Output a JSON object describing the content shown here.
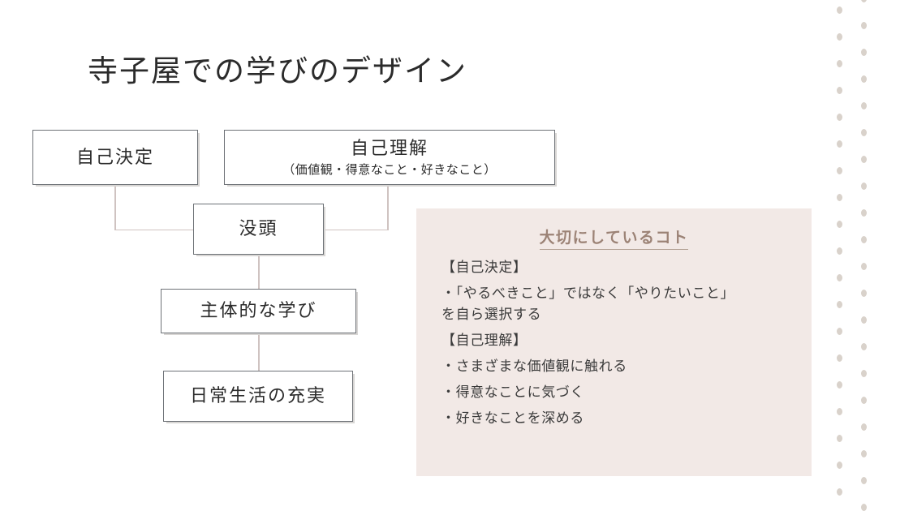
{
  "slide": {
    "title": "寺子屋での学びのデザイン",
    "background_color": "#ffffff"
  },
  "diagram": {
    "box_border_color": "#6e7277",
    "connector_color": "#cfc3c1",
    "boxes": [
      {
        "id": "jikoketsutei",
        "label": "自己決定",
        "sub": ""
      },
      {
        "id": "jikorikai",
        "label": "自己理解",
        "sub": "（価値観・得意なこと・好きなこと）"
      },
      {
        "id": "bottou",
        "label": "没頭",
        "sub": ""
      },
      {
        "id": "shutaiteki",
        "label": "主体的な学び",
        "sub": ""
      },
      {
        "id": "nichijou",
        "label": "日常生活の充実",
        "sub": ""
      }
    ]
  },
  "note_panel": {
    "background_color": "#f2e9e6",
    "heading": "大切にしているコト",
    "heading_color": "#9c8376",
    "lines": [
      "【自己決定】",
      "・「やるべきこと」ではなく「やりたいこと」",
      "を自ら選択する",
      "【自己理解】",
      "・さまざまな価値観に触れる",
      "・得意なことに気づく",
      "・好きなことを深める"
    ]
  },
  "decoration": {
    "dot_color": "#d9d2cb",
    "columns": 2
  }
}
